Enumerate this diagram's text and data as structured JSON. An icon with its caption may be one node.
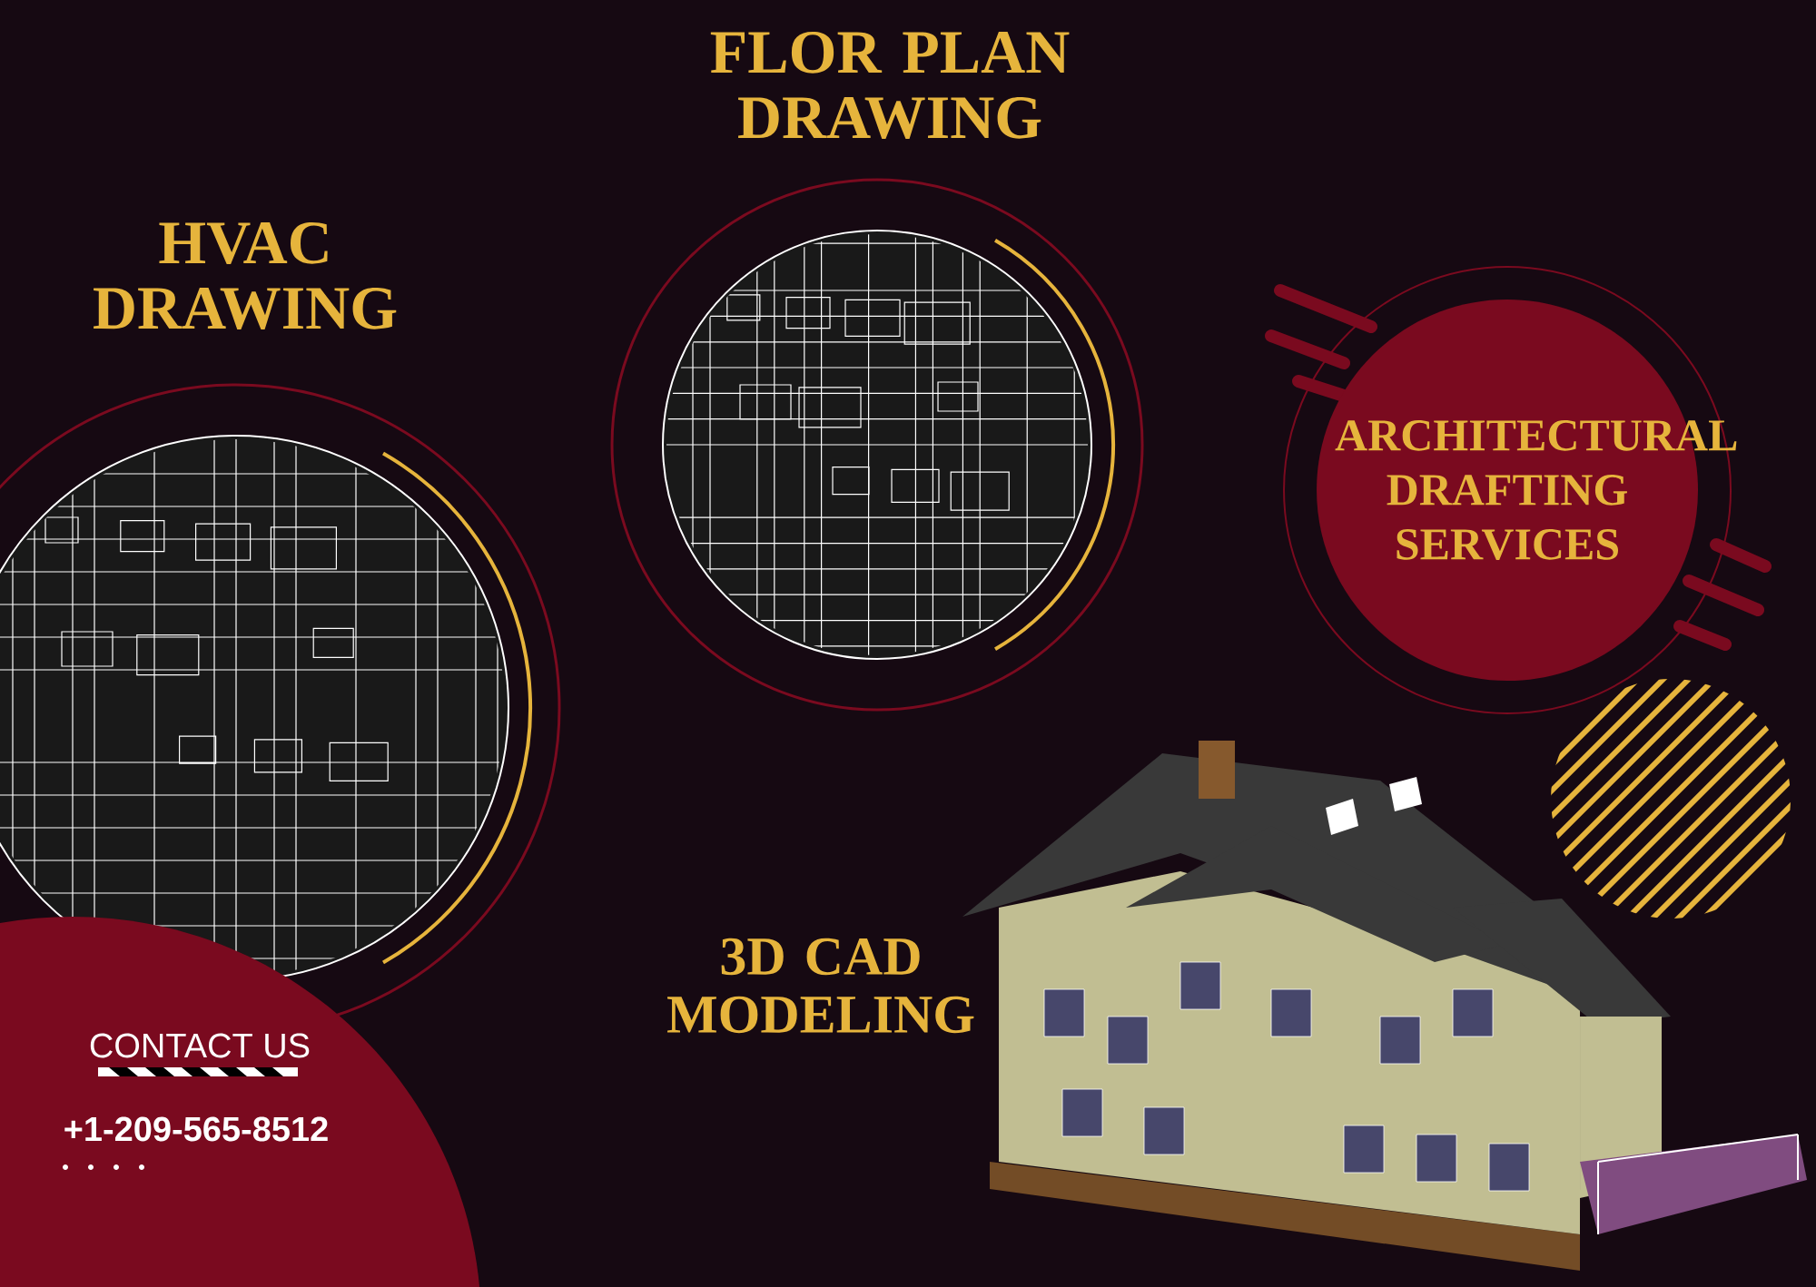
{
  "diagram": {
    "nodes": [
      {
        "text": [
          "HVAC DRAWING"
        ]
      },
      {
        "text": [
          "FLOR PLAN DRAWING"
        ]
      },
      {
        "text": [
          "ARCHITECTURAL DRAFTING SERVICES"
        ]
      },
      {
        "text": [
          "CONTACT US",
          "+1-209-565-8512"
        ]
      }
    ],
    "labels": [
      "3D CAD MODELING"
    ]
  }
}
